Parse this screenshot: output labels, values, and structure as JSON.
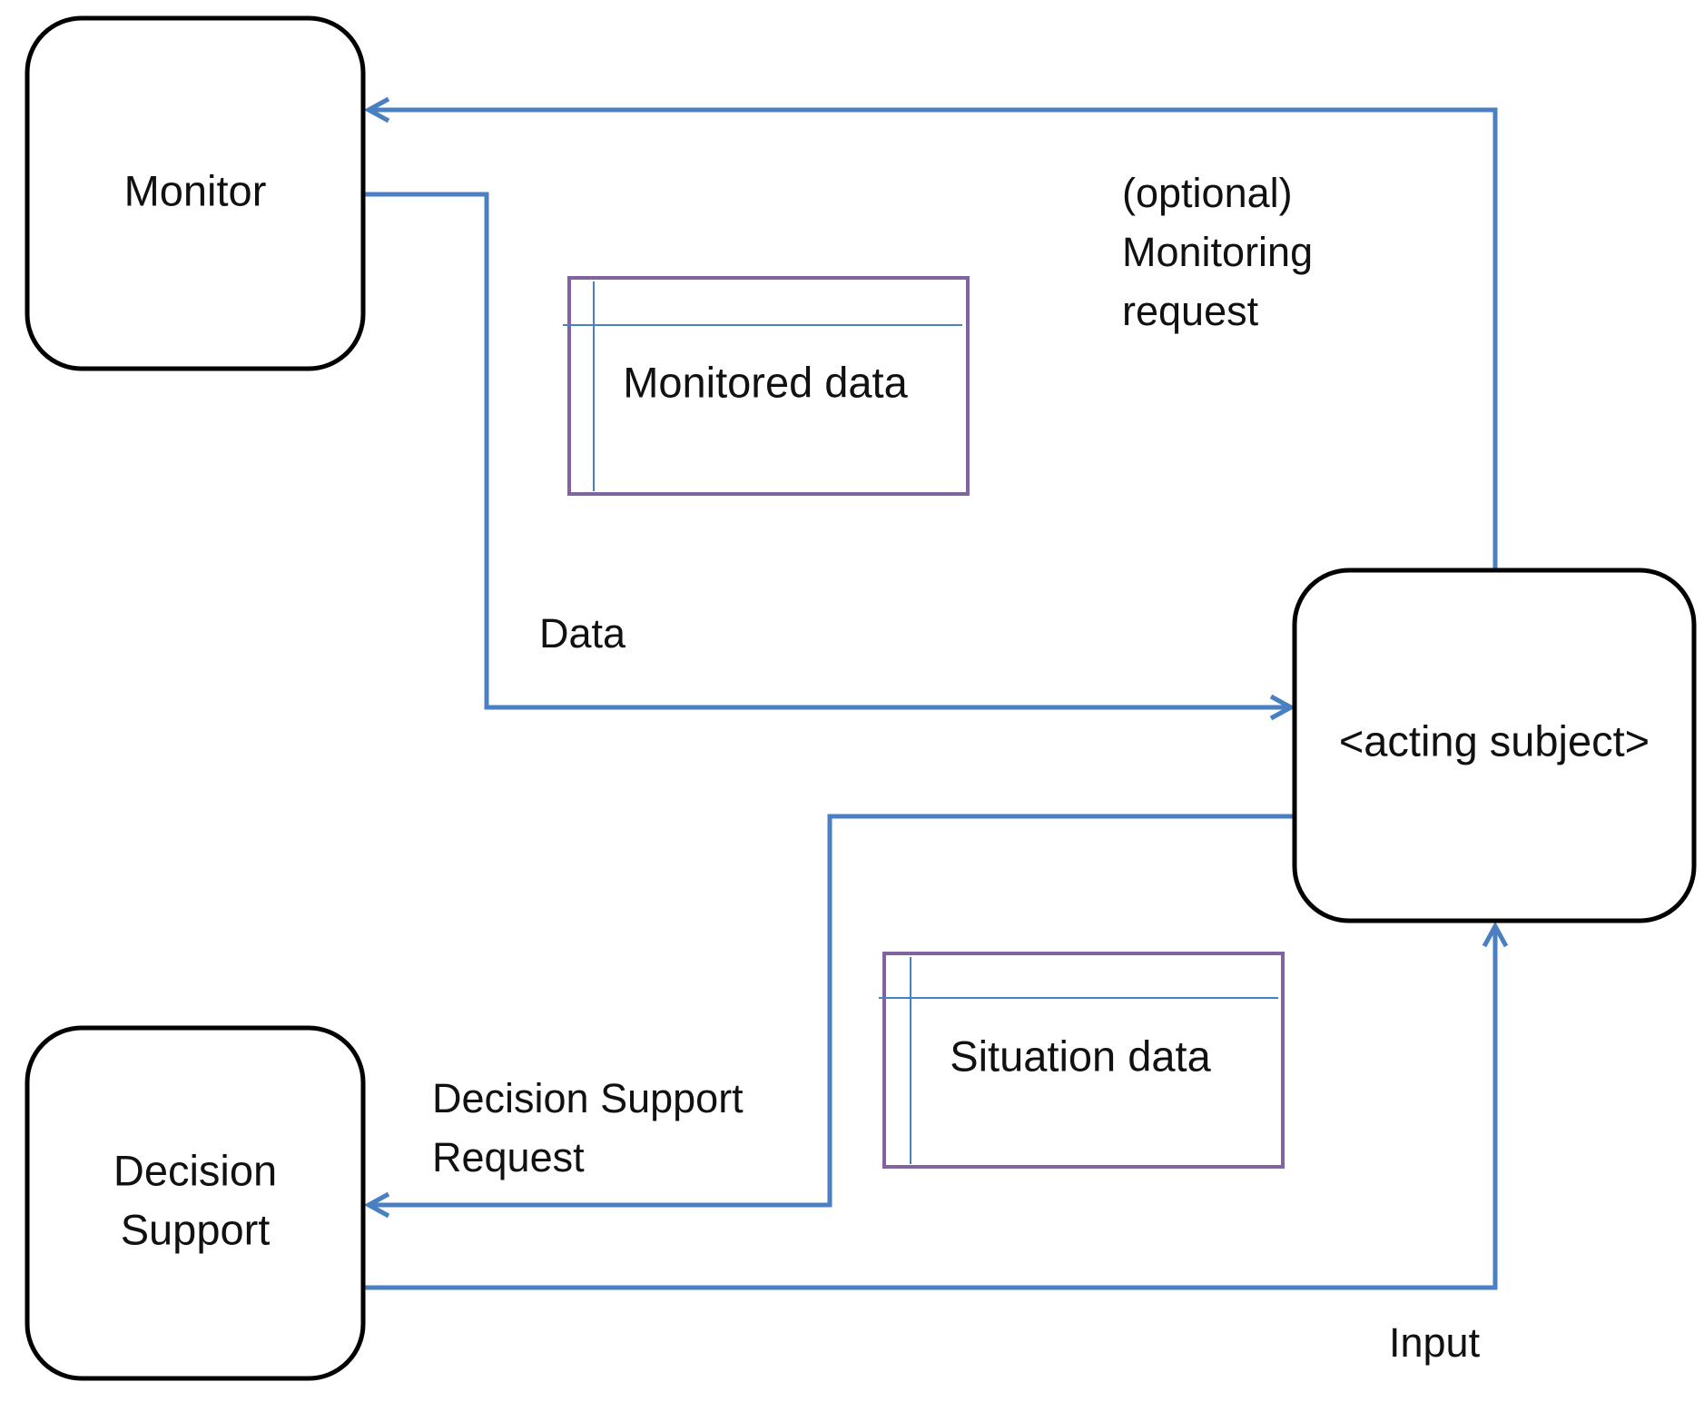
{
  "nodes": {
    "monitor": {
      "label": "Monitor"
    },
    "decision_support": {
      "label_lines": [
        "Decision",
        "Support"
      ]
    },
    "acting_subject": {
      "label": "<acting subject>"
    }
  },
  "data_stores": {
    "monitored_data": {
      "label": "Monitored data"
    },
    "situation_data": {
      "label": "Situation data"
    }
  },
  "edges": {
    "monitoring_request": {
      "label_lines": [
        "(optional)",
        "Monitoring",
        "request"
      ]
    },
    "data": {
      "label": "Data"
    },
    "decision_support_request": {
      "label_lines": [
        "Decision Support",
        "Request"
      ]
    },
    "input": {
      "label": "Input"
    }
  },
  "colors": {
    "node_border": "#000000",
    "arrow": "#4a7fc1",
    "store_border": "#8064a2",
    "store_inner_line": "#4a7fc1"
  }
}
